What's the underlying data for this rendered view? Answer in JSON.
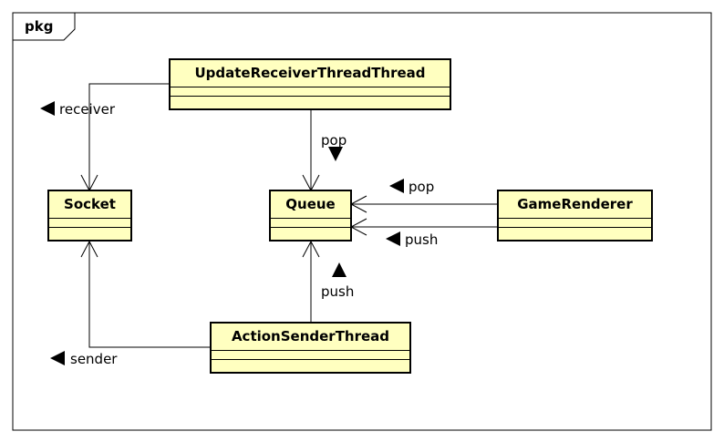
{
  "package": {
    "name": "pkg"
  },
  "classes": [
    {
      "id": "update_receiver",
      "name": "UpdateReceiverThreadThread"
    },
    {
      "id": "socket",
      "name": "Socket"
    },
    {
      "id": "queue",
      "name": "Queue"
    },
    {
      "id": "game_renderer",
      "name": "GameRenderer"
    },
    {
      "id": "action_sender",
      "name": "ActionSenderThread"
    }
  ],
  "associations": [
    {
      "from": "update_receiver",
      "to": "socket",
      "label": "receiver",
      "direction": "left"
    },
    {
      "from": "update_receiver",
      "to": "queue",
      "label": "pop",
      "direction": "down"
    },
    {
      "from": "game_renderer",
      "to": "queue",
      "label": "pop",
      "direction": "left"
    },
    {
      "from": "game_renderer",
      "to": "queue",
      "label": "push",
      "direction": "left"
    },
    {
      "from": "action_sender",
      "to": "queue",
      "label": "push",
      "direction": "up"
    },
    {
      "from": "action_sender",
      "to": "socket",
      "label": "sender",
      "direction": "left"
    }
  ],
  "colors": {
    "class_fill": "#ffffc0",
    "stroke": "#000000",
    "background": "#ffffff"
  }
}
